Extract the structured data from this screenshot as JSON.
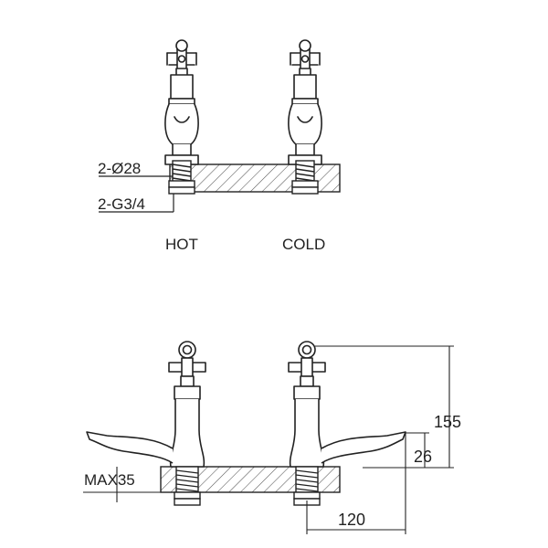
{
  "labels": {
    "top_dia": "2-Ø28",
    "top_thread": "2-G3/4",
    "hot": "HOT",
    "cold": "COLD",
    "max": "MAX35",
    "dim_height": "155",
    "dim_spout": "26",
    "dim_offset": "120"
  },
  "colors": {
    "stroke": "#222222",
    "hatch": "#555555",
    "background": "#ffffff"
  }
}
